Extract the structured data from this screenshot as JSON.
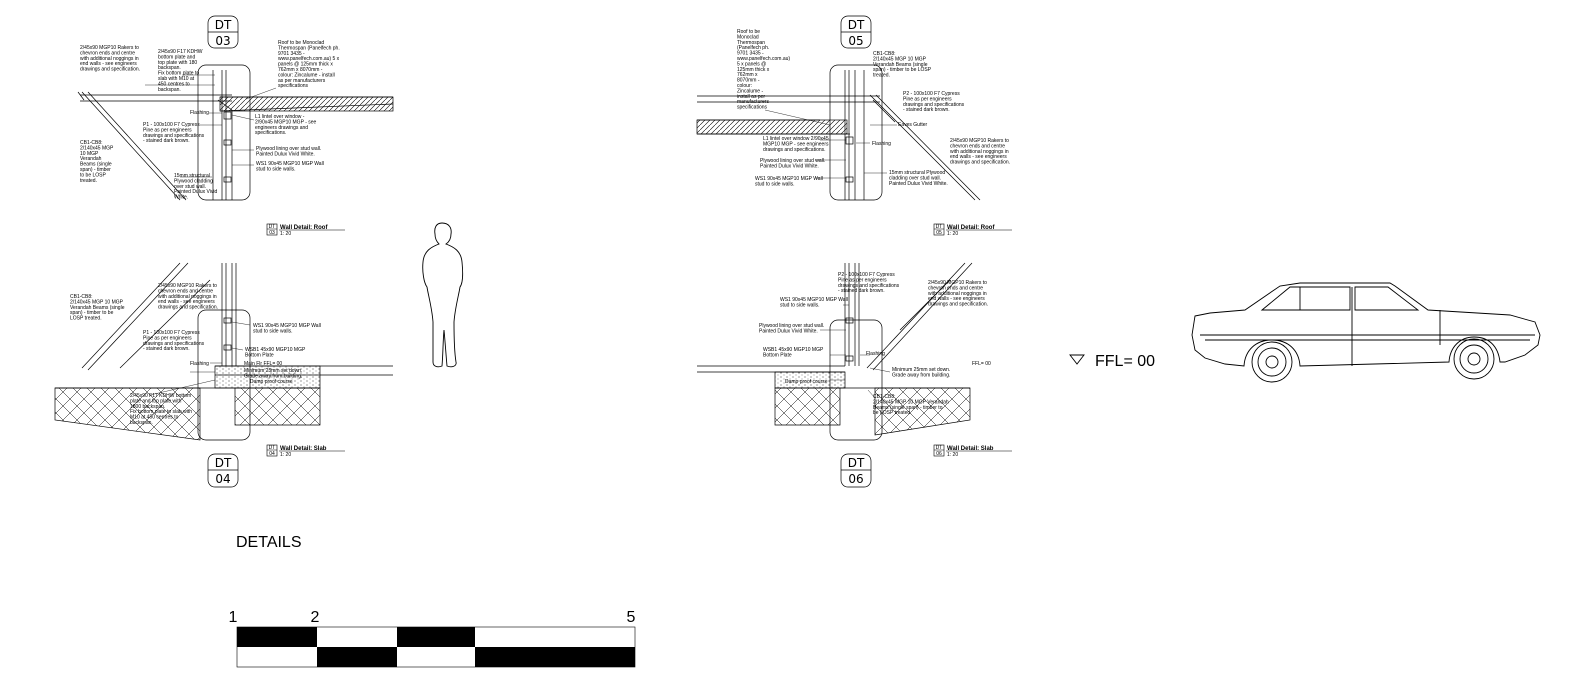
{
  "sheet": {
    "title": "DETAILS",
    "ffl_label": "FFL= 00",
    "scale_labels": [
      "1",
      "2",
      "5"
    ]
  },
  "tags": {
    "dt03": {
      "top": "DT",
      "num": "03"
    },
    "dt04": {
      "top": "DT",
      "num": "04"
    },
    "dt05": {
      "top": "DT",
      "num": "05"
    },
    "dt06": {
      "top": "DT",
      "num": "06"
    }
  },
  "details": {
    "d03": {
      "title": "Wall Detail: Roof",
      "scale": "1: 20",
      "tag_top": "DT",
      "tag_num": "03",
      "notes": [
        [
          "2/45x90 MGP10 Rakers to",
          "chevron ends and centre",
          "with additional noggings in",
          "end walls - see engineers",
          "drawings and specification."
        ],
        [
          "2/45x90 F17 KDHW",
          "bottom plate and",
          "top plate with 180",
          "backspan.",
          "Fix bottom plate to",
          "slab with M10 at",
          "450 centres to",
          "backspan."
        ],
        [
          "Roof to be Monoclad",
          "Thermospan (Panelfech ph.",
          "9701 3435 -",
          "www.panelfech.com.au) 5 x",
          "panels @ 125mm thick x",
          "762mm x 8070mm -",
          "colour: Zincalume - install",
          "as per manufacturers",
          "specifications"
        ],
        [
          "CB1-CB8:",
          "2/140x45 MGP",
          "10 MGP",
          "Verandah",
          "Beams (single",
          "span) - timber",
          "to be LOSP",
          "treated."
        ],
        [
          "P1 - 100x100 F7 Cypress",
          "Pine as per engineers",
          "drawings and specifications",
          "- stained dark brown."
        ],
        [
          "L1 lintel over window -",
          "2/90x45 MGP10 MGP - see",
          "engineers drawings and",
          "specifications."
        ],
        [
          "Plywood lining over stud wall.",
          "Painted Dulux Vivid White."
        ],
        [
          "WS1 90x45 MGP10 MGP Wall",
          "stud to side walls."
        ],
        [
          "15mm structural",
          "Plywood cladding",
          "over stud wall.",
          "Painted Dulux Vivid",
          "White."
        ],
        [
          "Flashing"
        ]
      ]
    },
    "d04": {
      "title": "Wall Detail: Slab",
      "scale": "1: 20",
      "tag_top": "DT",
      "tag_num": "04",
      "notes": [
        [
          "CB1-CB8:",
          "2/140x45 MGP 10 MGP",
          "Verandah Beams (single",
          "span) - timber to be",
          "LOSP treated."
        ],
        [
          "2/45x90 MGP10 Rakers to",
          "chevron ends and centre",
          "with additional noggings in",
          "end walls - see engineers",
          "drawings and specification."
        ],
        [
          "P1 - 100x100 F7 Cypress",
          "Pine as per engineers",
          "drawings and specifications",
          "- stained dark brown."
        ],
        [
          "WS1 90x45 MGP10 MGP Wall",
          "stud to side walls."
        ],
        [
          "WSB1 45x90 MGP10 MGP",
          "Bottom Plate"
        ],
        [
          "Main Flr FFL= 00"
        ],
        [
          "Flashing"
        ],
        [
          "Minimum 25mm set down.",
          "Grade away from building."
        ],
        [
          "Damp proof course"
        ],
        [
          "2/45x90 F17 KDHW bottom",
          "plate and top plate with",
          "1800 backspan.",
          "Fix bottom plate to slab with",
          "M10 at 450 centres to",
          "backspan."
        ]
      ]
    },
    "d05": {
      "title": "Wall Detail: Roof",
      "scale": "1: 20",
      "tag_top": "DT",
      "tag_num": "05",
      "notes": [
        [
          "Roof to be",
          "Monoclad",
          "Thermospan",
          "(Panelfech ph.",
          "9701 3435 -",
          "www.panelfech.com.au)",
          "5 x panels @",
          "125mm thick x",
          "762mm x",
          "8070mm -",
          "colour:",
          "Zincalume -",
          "install as per",
          "manufacturers",
          "specifications"
        ],
        [
          "CB1-CB8:",
          "2/140x45 MGP 10 MGP",
          "Verandah Beams (single",
          "span) - timber to be LOSP",
          "treated."
        ],
        [
          "P2 - 100x100 F7 Cypress",
          "Pine as per engineers",
          "drawings and specifications",
          "- stained dark brown."
        ],
        [
          "2/45x90 MGP10 Rakers to",
          "chevron ends and centre",
          "with additional noggings in",
          "end walls - see engineers",
          "drawings and specification."
        ],
        [
          "L1 lintel over window 2/90x45",
          "MGP10 MGP - see engineers",
          "drawings and specifications."
        ],
        [
          "Plywood lining over stud wall.",
          "Painted Dulux Vivid White."
        ],
        [
          "WS1 90x45 MGP10 MGP Wall",
          "stud to side walls."
        ],
        [
          "15mm structural Plywood",
          "cladding over stud wall.",
          "Painted Dulux Vivid White."
        ],
        [
          "Eaves Gutter"
        ],
        [
          "Flashing"
        ]
      ]
    },
    "d06": {
      "title": "Wall Detail: Slab",
      "scale": "1: 20",
      "tag_top": "DT",
      "tag_num": "06",
      "notes": [
        [
          "P2 - 100x100 F7 Cypress",
          "Pine as per engineers",
          "drawings and specifications",
          "- stained dark brown."
        ],
        [
          "2/45x90 MGP10 Rakers to",
          "chevron ends and centre",
          "with additional noggings in",
          "end walls - see engineers",
          "drawings and specification."
        ],
        [
          "WS1 90x45 MGP10 MGP Wall",
          "stud to side walls."
        ],
        [
          "Plywood lining over stud wall.",
          "Painted Dulux Vivid White."
        ],
        [
          "WSB1 45x90 MGP10 MGP",
          "Bottom Plate"
        ],
        [
          "Flashing"
        ],
        [
          "FFL= 00"
        ],
        [
          "Minimum 25mm set down.",
          "Grade away from building."
        ],
        [
          "Damp proof course"
        ],
        [
          "CB1-CB8:",
          "2/140x45 MGP 10 MGP Verandah",
          "Beams (single span) - timber to",
          "be LOSP treated."
        ]
      ]
    }
  }
}
